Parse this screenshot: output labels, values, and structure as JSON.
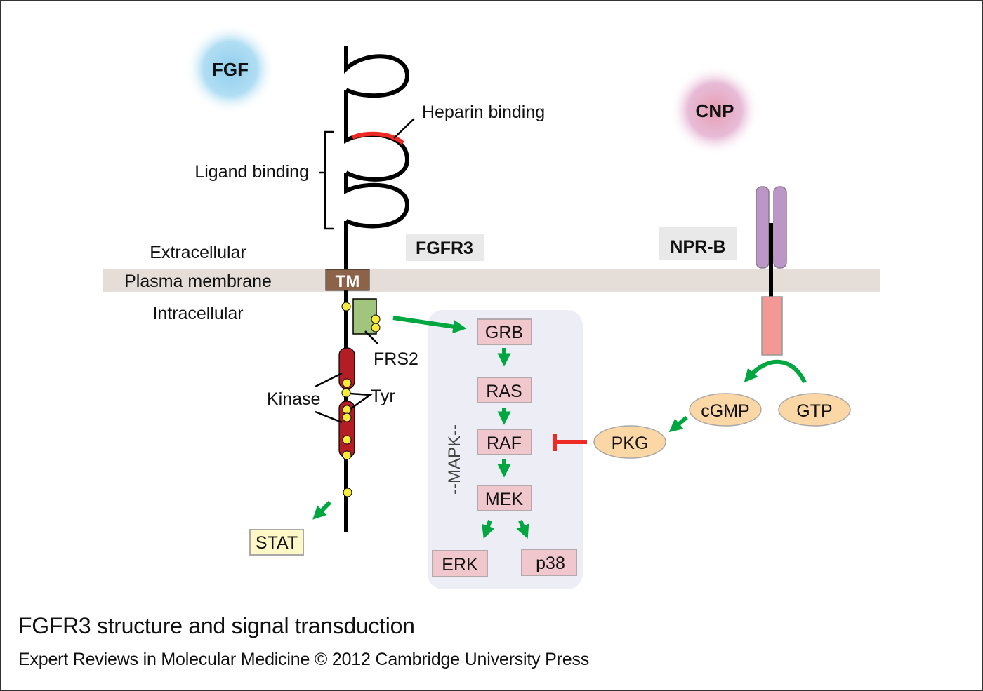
{
  "diagram": {
    "ligands": {
      "fgf": {
        "label": "FGF",
        "color": "#9fd3ef"
      },
      "cnp": {
        "label": "CNP",
        "color": "#e3a3c4"
      }
    },
    "regions": {
      "extracellular": "Extracellular",
      "membrane": "Plasma membrane",
      "intracellular": "Intracellular"
    },
    "fgfr3": {
      "name": "FGFR3",
      "annotations": {
        "heparin": "Heparin binding",
        "ligand": "Ligand binding",
        "tm": "TM",
        "frs2": "FRS2",
        "kinase": "Kinase",
        "tyr": "Tyr"
      },
      "stat": "STAT"
    },
    "mapk": {
      "label": "--MAPK--",
      "nodes": [
        "GRB",
        "RAS",
        "RAF",
        "MEK",
        "ERK",
        "p38"
      ]
    },
    "nprb": {
      "name": "NPR-B",
      "nodes": {
        "gtp": "GTP",
        "cgmp": "cGMP",
        "pkg": "PKG"
      }
    },
    "colors": {
      "activation": "#00a63f",
      "inhibition": "#ee2a24",
      "heparin_site": "#ee2a24",
      "membrane": "#e5ddd8",
      "tm_box": "#8c6248",
      "frs2_box": "#a2c57e",
      "kinase": "#b31e24",
      "tyr_site": "#f8eb3a",
      "mapk_panel": "#ededf5",
      "mapk_node": "#f1c7ce",
      "stat_box": "#fdf8c6",
      "nprb_extra": "#bb96c6",
      "nprb_intra": "#f49896",
      "second_messenger": "#fbd7a6",
      "tag_bg": "#e9e9e9"
    }
  },
  "caption": {
    "title": "FGFR3 structure and signal transduction",
    "credit": "Expert Reviews in Molecular Medicine © 2012 Cambridge University Press"
  }
}
